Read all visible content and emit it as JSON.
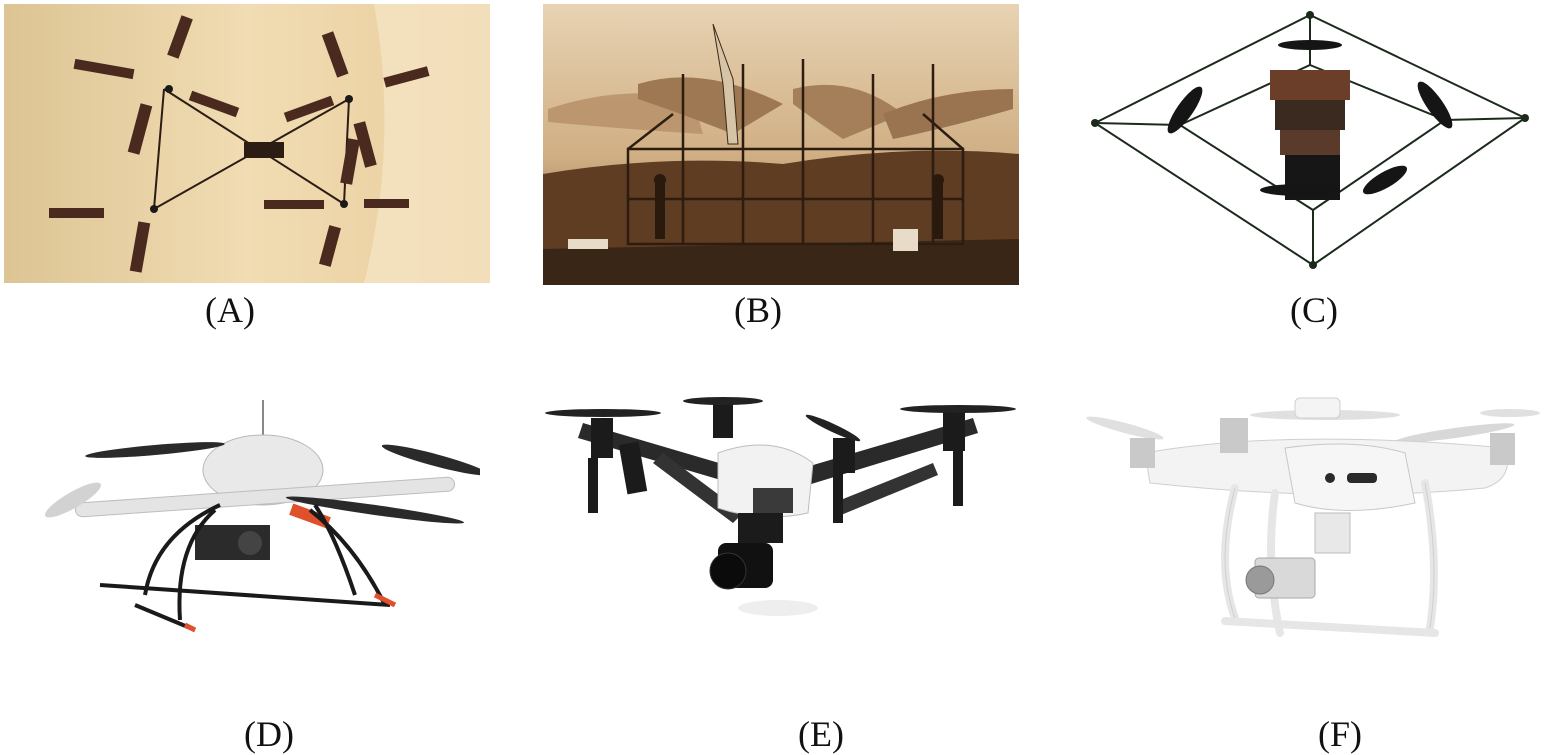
{
  "figure": {
    "panels": [
      {
        "id": "A",
        "caption": "(A)",
        "subject": "tandem multi-rotor model suspended against wall"
      },
      {
        "id": "B",
        "caption": "(B)",
        "subject": "historic sepia photo of early quadrotor aircraft with two men"
      },
      {
        "id": "C",
        "caption": "(C)",
        "subject": "small quadrotor inside a wire diamond frame"
      },
      {
        "id": "D",
        "caption": "(D)",
        "subject": "white quadcopter with camera gimbal and landing skids"
      },
      {
        "id": "E",
        "caption": "(E)",
        "subject": "black and white transforming quadcopter with gimbal camera"
      },
      {
        "id": "F",
        "caption": "(F)",
        "subject": "white consumer quadcopter with gimbal camera"
      }
    ]
  },
  "colors": {
    "panelA_bg": "#e8cfa0",
    "panelB_sepia": "#8a6a45",
    "drone_white": "#f2f2f2",
    "drone_black": "#1b1b1b",
    "accent_red": "#e0502a"
  }
}
